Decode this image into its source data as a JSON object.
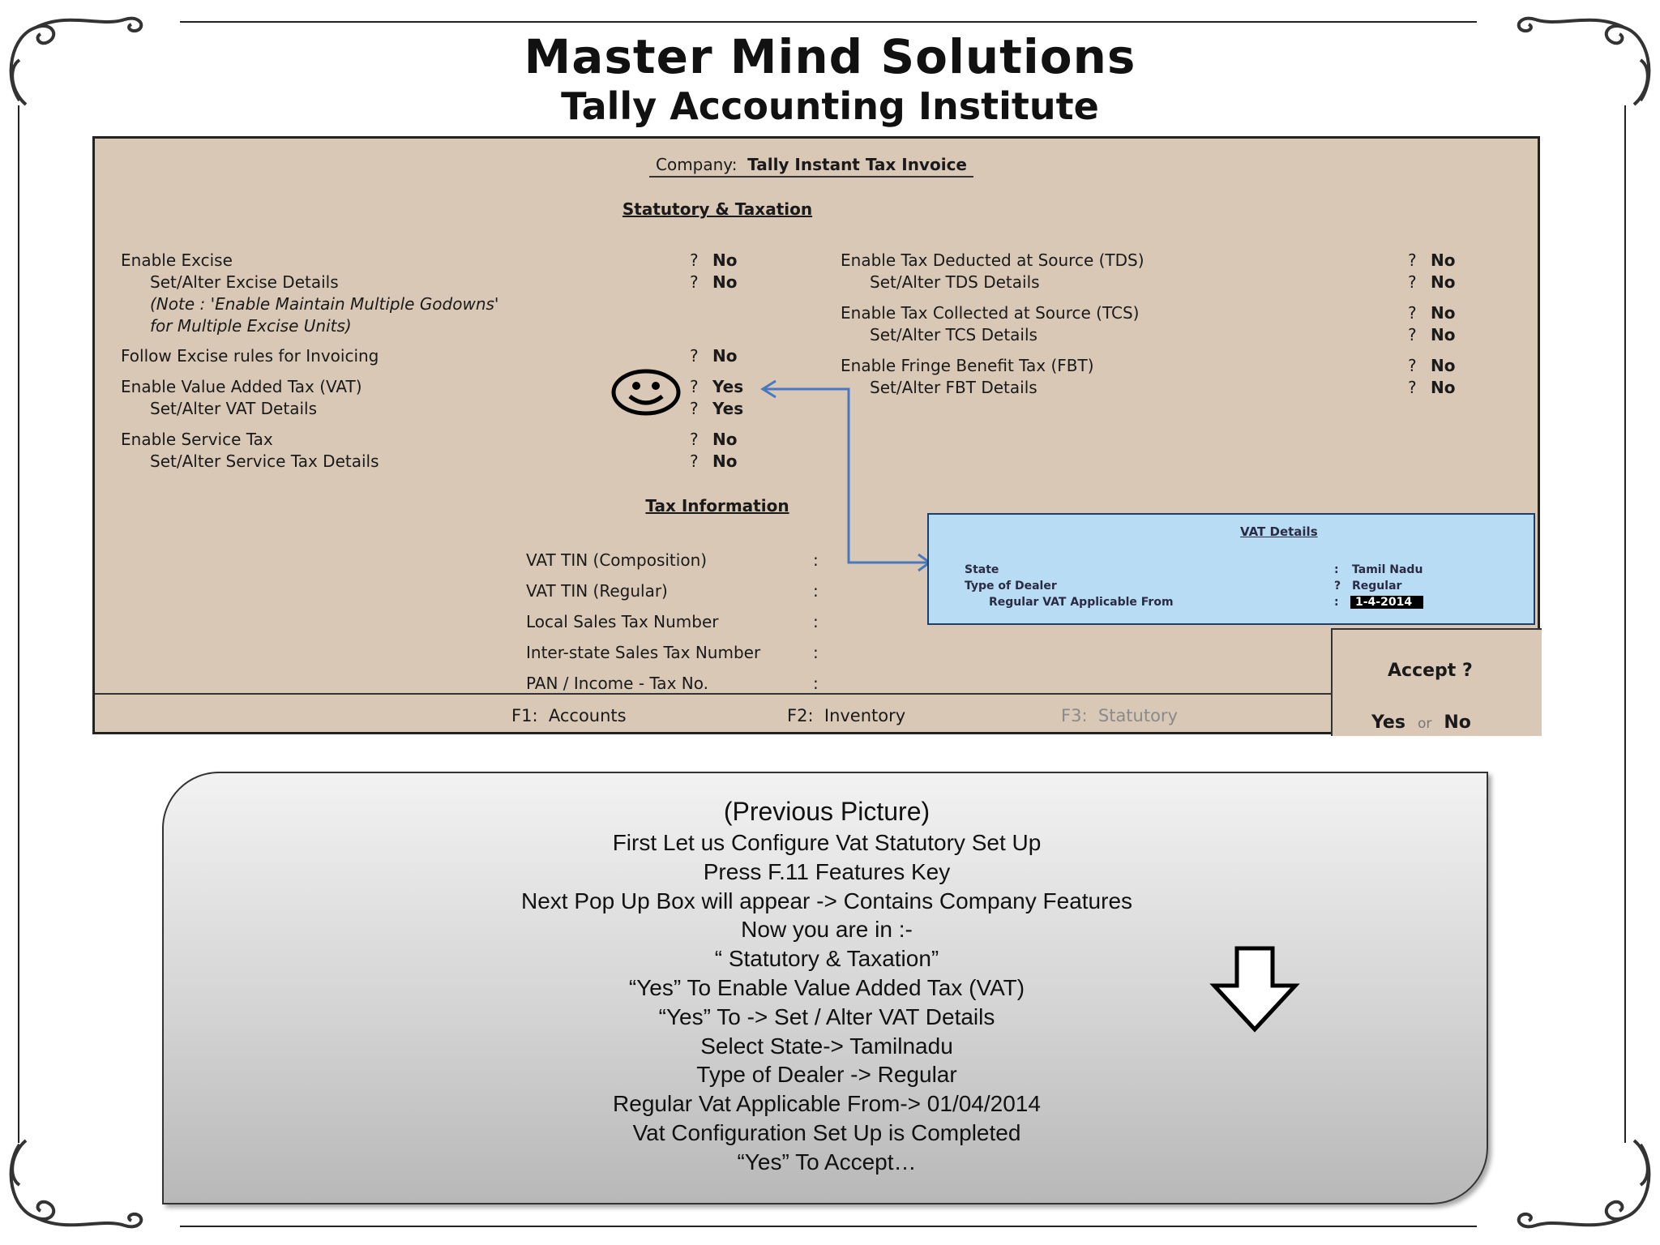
{
  "header": {
    "title": "Master Mind Solutions",
    "subtitle": "Tally Accounting Institute"
  },
  "tally": {
    "company_label": "Company:",
    "company_name": "Tally Instant Tax Invoice",
    "section_title": "Statutory & Taxation",
    "left_items": [
      {
        "label": "Enable Excise",
        "q": "?",
        "value": "No"
      },
      {
        "label": "Set/Alter Excise Details",
        "q": "?",
        "value": "No"
      },
      {
        "label": "(Note : 'Enable Maintain Multiple Godowns'"
      },
      {
        "label": "for Multiple Excise Units)"
      },
      {
        "label": "Follow Excise rules for Invoicing",
        "q": "?",
        "value": "No"
      },
      {
        "label": "Enable Value Added Tax (VAT)",
        "q": "?",
        "value": "Yes"
      },
      {
        "label": "Set/Alter VAT Details",
        "q": "?",
        "value": "Yes"
      },
      {
        "label": "Enable Service Tax",
        "q": "?",
        "value": "No"
      },
      {
        "label": "Set/Alter Service Tax Details",
        "q": "?",
        "value": "No"
      }
    ],
    "right_items": [
      {
        "label": "Enable Tax Deducted at Source (TDS)",
        "q": "?",
        "value": "No"
      },
      {
        "label": "Set/Alter TDS Details",
        "q": "?",
        "value": "No"
      },
      {
        "label": "Enable Tax Collected at Source (TCS)",
        "q": "?",
        "value": "No"
      },
      {
        "label": "Set/Alter TCS Details",
        "q": "?",
        "value": "No"
      },
      {
        "label": "Enable Fringe Benefit Tax (FBT)",
        "q": "?",
        "value": "No"
      },
      {
        "label": "Set/Alter FBT Details",
        "q": "?",
        "value": "No"
      }
    ],
    "tax_info_title": "Tax Information",
    "tax_info_fields": [
      {
        "label": "VAT TIN (Composition)",
        "sep": ":"
      },
      {
        "label": "VAT TIN (Regular)",
        "sep": ":"
      },
      {
        "label": "Local Sales Tax Number",
        "sep": ":"
      },
      {
        "label": "Inter-state Sales Tax Number",
        "sep": ":"
      },
      {
        "label": "PAN / Income - Tax No.",
        "sep": ":"
      }
    ],
    "vat_details": {
      "title": "VAT Details",
      "state_label": "State",
      "state_sep": ":",
      "state_value": "Tamil Nadu",
      "dealer_label": "Type of Dealer",
      "dealer_sep": "?",
      "dealer_value": "Regular",
      "applicable_label": "Regular VAT Applicable From",
      "applicable_sep": ":",
      "applicable_value": "1-4-2014"
    },
    "footer": {
      "f1_key": "F1:",
      "f1_label": "Accounts",
      "f2_key": "F2:",
      "f2_label": "Inventory",
      "f3_key": "F3:",
      "f3_label": "Statutory"
    },
    "accept": {
      "question": "Accept ?",
      "yes": "Yes",
      "or": "or",
      "no": "No"
    }
  },
  "instructions": {
    "lines": [
      "(Previous Picture)",
      "First Let us Configure Vat Statutory Set Up",
      "Press F.11 Features  Key",
      "Next Pop Up Box will appear -> Contains Company Features",
      "Now you are in :-",
      "“ Statutory & Taxation”",
      "“Yes” To Enable Value Added Tax (VAT)",
      "“Yes” To -> Set / Alter VAT Details",
      "Select State-> Tamilnadu",
      "Type of Dealer -> Regular",
      "Regular Vat Applicable From-> 01/04/2014",
      "Vat Configuration Set Up is Completed",
      "“Yes” To Accept…"
    ]
  },
  "icons": {
    "smiley": "smiley-face-icon",
    "down_arrow": "down-arrow-icon",
    "connector_arrow": "connector-arrow-icon",
    "corner_ornament": "corner-ornament-icon"
  },
  "colors": {
    "tally_bg": "#d9c8b6",
    "vat_popup_bg": "#b7dcf4",
    "connector": "#4a78c0"
  }
}
